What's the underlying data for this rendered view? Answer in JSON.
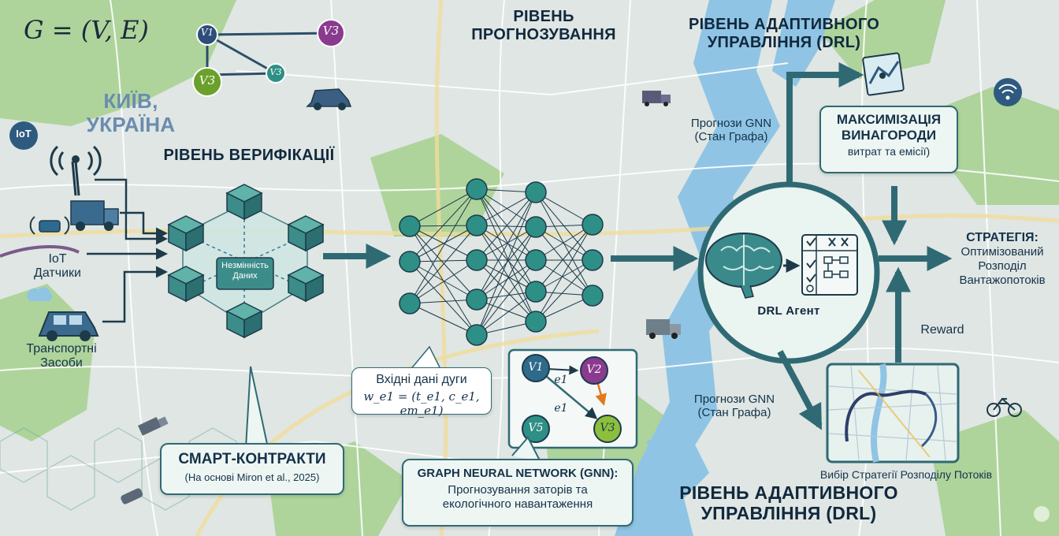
{
  "graph_title": "G = (V, E)",
  "graph_nodes": {
    "v1": "V1",
    "v3a": "V3",
    "v3b": "V3",
    "v3c": "V3"
  },
  "city": {
    "line1": "КИЇВ,",
    "line2": "УКРАЇНА"
  },
  "iot_badge": "IoT",
  "verification": {
    "title": "РІВЕНЬ ВЕРИФІКАЦІЇ",
    "iot_label": "IoT\nДатчики",
    "vehicles_label": "Транспортні\nЗасоби",
    "center_label": "Незмінність\nДаних",
    "smart_contracts_title": "СМАРТ-КОНТРАКТИ",
    "smart_contracts_sub": "(На основі Miron et al., 2025)"
  },
  "forecast": {
    "title": "РІВЕНЬ\nПРОГНОЗУВАННЯ",
    "input_text": "Вхідні дані дуги",
    "input_formula": "w_e1 = (t_e1, c_e1, em_e1)",
    "gnn_title": "GRAPH NEURAL NETWORK (GNN):",
    "gnn_sub": "Прогнозування заторів та\nекологічного навантаження",
    "subgraph_nodes": [
      "V1",
      "V2",
      "V5",
      "V3"
    ],
    "edge_labels": [
      "e1",
      "e1"
    ]
  },
  "adaptive": {
    "title_top": "РІВЕНЬ АДАПТИВНОГО\nУПРАВЛІННЯ (DRL)",
    "title_bottom": "РІВЕНЬ АДАПТИВНОГО\nУПРАВЛІННЯ (DRL)",
    "gnn_forecast_top": "Прогнози GNN\n(Стан Графа)",
    "gnn_forecast_bottom": "Прогнози GNN\n(Стан Графа)",
    "max_reward_title": "МАКСИМІЗАЦІЯ\nВИНАГОРОДИ",
    "max_reward_sub": "витрат та емісії)",
    "agent_label": "DRL Агент",
    "strategy_title": "СТРАТЕГІЯ:",
    "strategy_sub": "Оптимізований\nРозподіл\nВантажопотоків",
    "reward_label": "Reward",
    "choice_label": "Вибір Стратегії Розподілу Потоків"
  },
  "colors": {
    "teal": "#2f6a74",
    "cube": "#3c8c8a",
    "node": "#2e8f86",
    "purple": "#8a3a8f",
    "green": "#6aa02c",
    "water": "#8fc4e4",
    "park": "#9ccc8a"
  }
}
